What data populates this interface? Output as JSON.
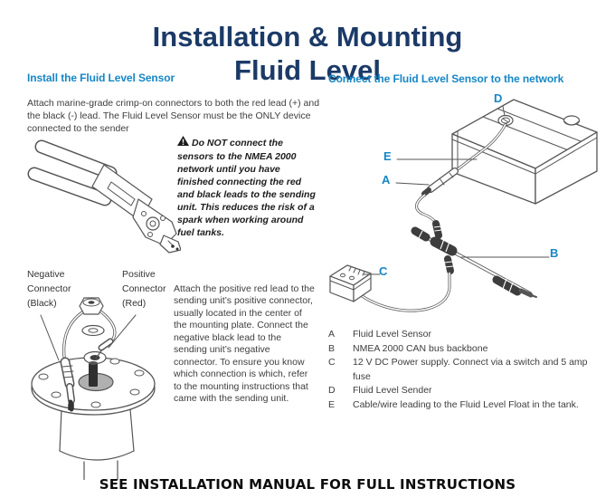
{
  "title": {
    "line1": "Installation & Mounting",
    "line2": "Fluid Level"
  },
  "colors": {
    "title_navy": "#1b3a67",
    "heading_blue": "#1686c6",
    "body_text": "#3d3d3d"
  },
  "left_column": {
    "heading": "Install the Fluid Level Sensor",
    "intro": "Attach marine-grade crimp-on connectors to both the red lead (+) and the black (-) lead. The Fluid Level Sensor must be the ONLY device connected to the sender",
    "warning": {
      "icon": "warning-triangle-icon",
      "text": "Do NOT connect the sensors to the NMEA 2000 network until you have finished connecting the red and black leads to the sending unit. This reduces the risk of a spark when working around fuel tanks."
    },
    "sender_labels": {
      "negative": {
        "l1": "Negative",
        "l2": "Connector",
        "l3": "(Black)"
      },
      "positive": {
        "l1": "Positive",
        "l2": "Connector",
        "l3": "(Red)"
      }
    },
    "attach": "Attach the positive red lead to the sending unit’s positive connector, usually located in the center of the mounting plate. Connect the negative black lead to the sending unit’s negative connector. To ensure you know which connection is which, refer to the mounting instructions that came with the sending unit."
  },
  "right_column": {
    "heading": "Connect the Fluid Level Sensor to the network",
    "diagram_labels": {
      "a": "A",
      "b": "B",
      "c": "C",
      "d": "D",
      "e": "E"
    },
    "legend": [
      {
        "key": "A",
        "text": "Fluid Level Sensor"
      },
      {
        "key": "B",
        "text": "NMEA 2000 CAN bus backbone"
      },
      {
        "key": "C",
        "text": "12 V DC Power supply.  Connect via a switch and 5 amp fuse"
      },
      {
        "key": "D",
        "text": "Fluid Level Sender"
      },
      {
        "key": "E",
        "text": "Cable/wire leading to the Fluid Level Float in the tank."
      }
    ]
  },
  "footer": "SEE INSTALLATION MANUAL FOR FULL INSTRUCTIONS"
}
